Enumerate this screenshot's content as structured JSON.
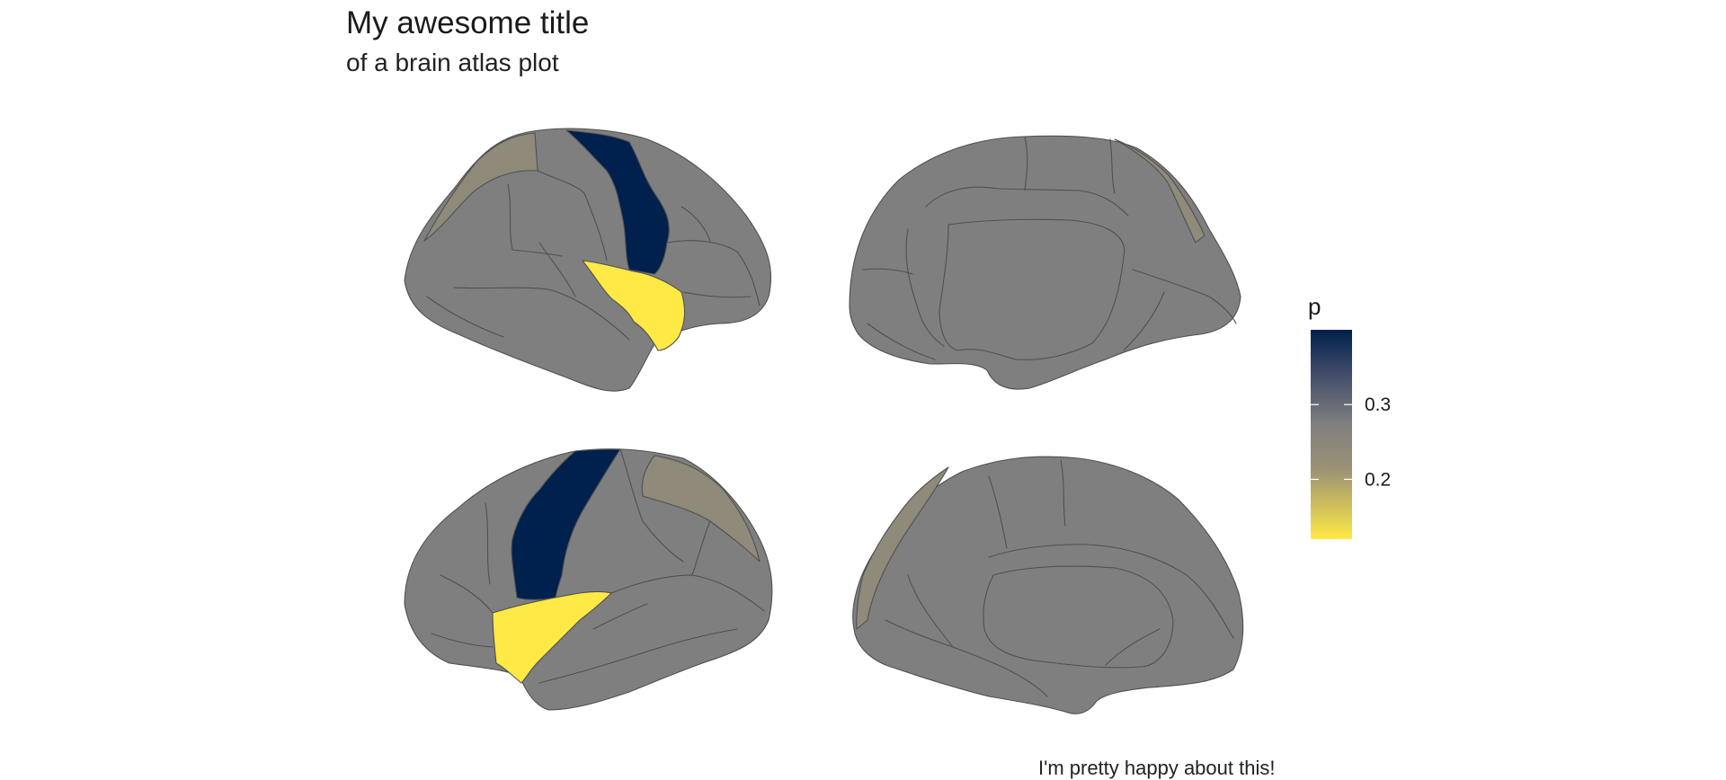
{
  "chart_data": {
    "type": "brain-atlas",
    "title": "My awesome title",
    "subtitle": "of a brain atlas plot",
    "caption": "I'm pretty happy about this!",
    "legend": {
      "title": "p",
      "placement": "right",
      "ticks": [
        0.2,
        0.3
      ],
      "range": [
        0.12,
        0.4
      ],
      "colors": [
        "#ffe945",
        "#9b9374",
        "#7f7f7f",
        "#3e4a68",
        "#00204d"
      ]
    },
    "default_fill": "#7f7f7f",
    "views": [
      "left-lateral",
      "left-medial",
      "right-lateral",
      "right-medial"
    ],
    "highlighted_regions": [
      {
        "name": "precentral",
        "p": 0.4
      },
      {
        "name": "superior-parietal",
        "p": 0.22
      },
      {
        "name": "superior-temporal",
        "p": 0.12
      }
    ]
  }
}
